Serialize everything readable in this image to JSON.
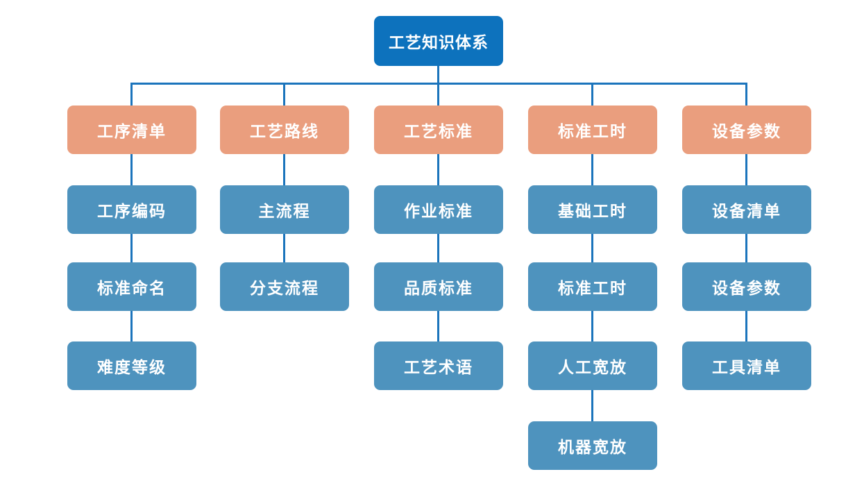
{
  "diagram": {
    "root": {
      "label": "工艺知识体系"
    },
    "columns": [
      {
        "header": "工序清单",
        "children": [
          "工序编码",
          "标准命名",
          "难度等级"
        ]
      },
      {
        "header": "工艺路线",
        "children": [
          "主流程",
          "分支流程"
        ]
      },
      {
        "header": "工艺标准",
        "children": [
          "作业标准",
          "品质标准",
          "工艺术语"
        ]
      },
      {
        "header": "标准工时",
        "children": [
          "基础工时",
          "标准工时",
          "人工宽放",
          "机器宽放"
        ]
      },
      {
        "header": "设备参数",
        "children": [
          "设备清单",
          "设备参数",
          "工具清单"
        ]
      }
    ],
    "colors": {
      "root_box": "#0D72BD",
      "category_box": "#EA9E7E",
      "item_box": "#4E93BE",
      "connector": "#1B74BC",
      "text": "#FFFFFF",
      "background": "#FFFFFF"
    }
  }
}
